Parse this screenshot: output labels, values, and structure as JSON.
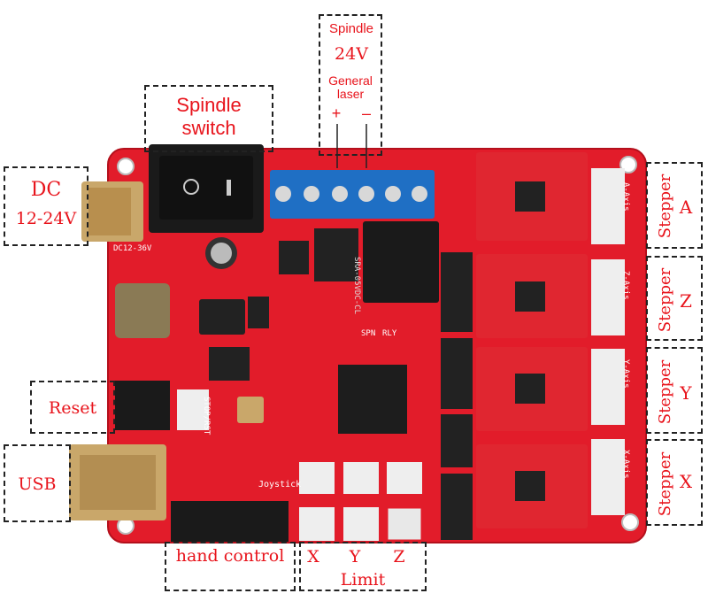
{
  "labels": {
    "spindle_top": "Spindle",
    "voltage_24v": "24V",
    "general_laser": "General laser",
    "plus": "+",
    "minus": "–",
    "spindle_switch": "Spindle switch",
    "dc": "DC",
    "dc_range": "12-24V",
    "reset": "Reset",
    "usb": "USB",
    "hand_control": "hand control",
    "limit_x": "X",
    "limit_y": "Y",
    "limit_z": "Z",
    "limit": "Limit",
    "stepper": "Stepper",
    "axis_a": "A",
    "axis_z": "Z",
    "axis_y": "Y",
    "axis_x": "X"
  },
  "silkscreen": {
    "a_axis": "A-Axis",
    "z_axis": "Z-Axis",
    "y_axis": "Y-Axis",
    "x_axis": "X-Axis",
    "stop_rst": "STOP/RST",
    "joystick": "Joystick",
    "spn": "SPN",
    "rly": "RLY",
    "dc_in": "DC12-36V",
    "relay_model": "SRA-05VDC-CL"
  },
  "colors": {
    "pcb": "#e21c2a",
    "label_red": "#e8141c",
    "terminal_blue": "#1f6fc4"
  }
}
